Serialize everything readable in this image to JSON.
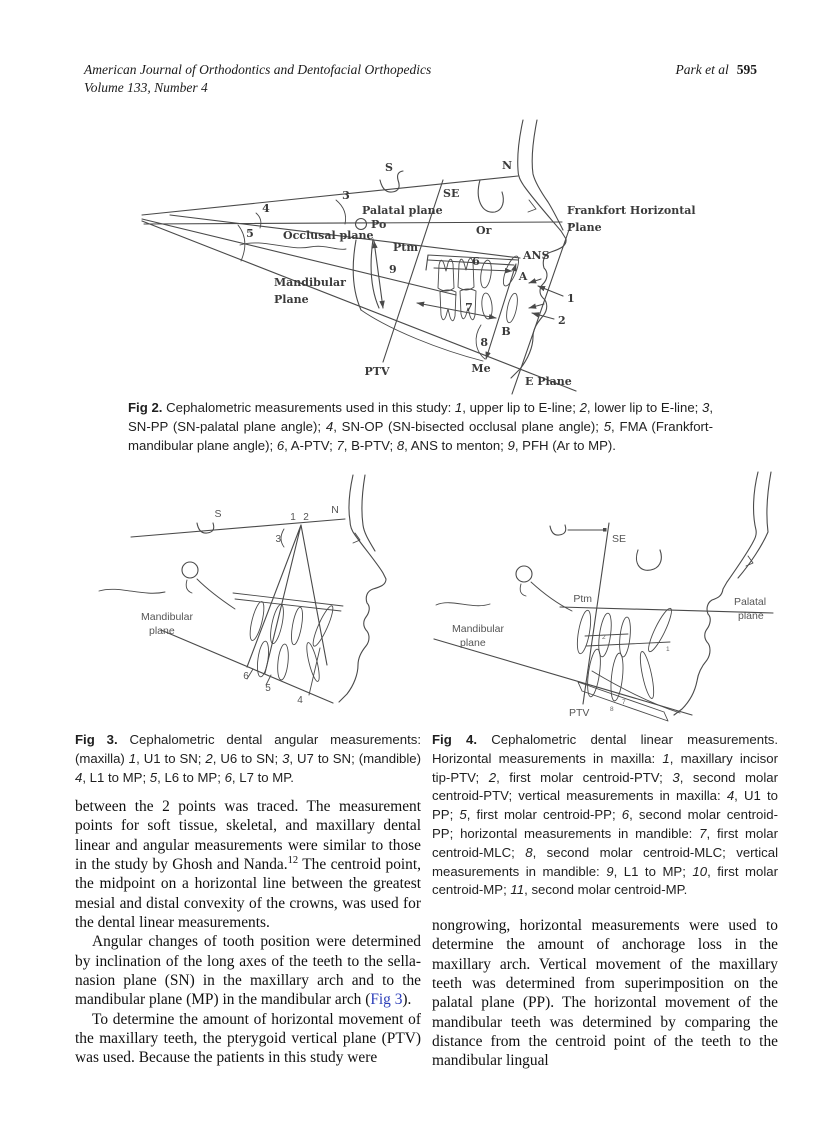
{
  "colors": {
    "page_bg": "#ffffff",
    "body_text": "#111111",
    "diagram_line": "#4a4a4a",
    "reference_link_blue": "#2b3db8"
  },
  "header": {
    "journal_line1": "American Journal of Orthodontics and Dentofacial Orthopedics",
    "journal_line2": "Volume 133, Number 4",
    "authors": "Park et al",
    "page_number": "595"
  },
  "fig2": {
    "labels": {
      "s": "S",
      "n": "N",
      "se": "SE",
      "or": "Or",
      "po": "Po",
      "ptm": "Ptm",
      "ans": "ANS",
      "a": "A",
      "b": "B",
      "me": "Me",
      "ptv": "PTV",
      "eplane": "E Plane",
      "palatal": "Palatal plane",
      "occlusal": "Occlusal plane",
      "mand1": "Mandibular",
      "mand2": "Plane",
      "fh1": "Frankfort Horizontal",
      "fh2": "Plane",
      "n1": "1",
      "n2": "2",
      "n3": "3",
      "n4": "4",
      "n5": "5",
      "n6": "6",
      "n7": "7",
      "n8": "8",
      "n9": "9"
    },
    "caption": [
      {
        "t": "Fig 2.",
        "c": "b"
      },
      {
        "t": " Cephalometric measurements used in this study: "
      },
      {
        "t": "1",
        "c": "i"
      },
      {
        "t": ", upper lip to E-line; "
      },
      {
        "t": "2",
        "c": "i"
      },
      {
        "t": ", lower lip to E-line; "
      },
      {
        "t": "3",
        "c": "i"
      },
      {
        "t": ", SN-PP (SN-palatal plane angle); "
      },
      {
        "t": "4",
        "c": "i"
      },
      {
        "t": ", SN-OP (SN-bisected occlusal plane angle); "
      },
      {
        "t": "5",
        "c": "i"
      },
      {
        "t": ", FMA (Frankfort-mandibular plane angle); "
      },
      {
        "t": "6",
        "c": "i"
      },
      {
        "t": ", A-PTV; "
      },
      {
        "t": "7",
        "c": "i"
      },
      {
        "t": ", B-PTV; "
      },
      {
        "t": "8",
        "c": "i"
      },
      {
        "t": ", ANS to menton; "
      },
      {
        "t": "9",
        "c": "i"
      },
      {
        "t": ", PFH (Ar to MP)."
      }
    ]
  },
  "fig3": {
    "labels": {
      "s": "S",
      "n": "N",
      "mand1": "Mandibular",
      "mand2": "plane",
      "n1": "1",
      "n2": "2",
      "n3": "3",
      "n4": "4",
      "n5": "5",
      "n6": "6"
    },
    "caption": [
      {
        "t": "Fig 3.",
        "c": "b"
      },
      {
        "t": " Cephalometric dental angular measurements: (maxilla) "
      },
      {
        "t": "1",
        "c": "i"
      },
      {
        "t": ", U1 to SN; "
      },
      {
        "t": "2",
        "c": "i"
      },
      {
        "t": ", U6 to SN; "
      },
      {
        "t": "3",
        "c": "i"
      },
      {
        "t": ", U7 to SN; (mandible) "
      },
      {
        "t": "4",
        "c": "i"
      },
      {
        "t": ", L1 to MP; "
      },
      {
        "t": "5",
        "c": "i"
      },
      {
        "t": ", L6 to MP; "
      },
      {
        "t": "6",
        "c": "i"
      },
      {
        "t": ", L7 to MP."
      }
    ]
  },
  "fig4": {
    "labels": {
      "se": "SE",
      "ptm": "Ptm",
      "ptv": "PTV",
      "pal1": "Palatal",
      "pal2": "plane",
      "mand1": "Mandibular",
      "mand2": "plane",
      "n1": "1",
      "n2": "2",
      "n7": "7",
      "n8": "8"
    },
    "caption": [
      {
        "t": "Fig 4.",
        "c": "b"
      },
      {
        "t": " Cephalometric dental linear measurements. Horizontal measurements in maxilla: "
      },
      {
        "t": "1",
        "c": "i"
      },
      {
        "t": ", maxillary incisor tip-PTV; "
      },
      {
        "t": "2",
        "c": "i"
      },
      {
        "t": ", first molar centroid-PTV; "
      },
      {
        "t": "3",
        "c": "i"
      },
      {
        "t": ", second molar centroid-PTV; vertical measurements in maxilla: "
      },
      {
        "t": "4",
        "c": "i"
      },
      {
        "t": ", U1 to PP; "
      },
      {
        "t": "5",
        "c": "i"
      },
      {
        "t": ", first molar centroid-PP; "
      },
      {
        "t": "6",
        "c": "i"
      },
      {
        "t": ", second molar centroid-PP; horizontal measurements in mandible: "
      },
      {
        "t": "7",
        "c": "i"
      },
      {
        "t": ", first molar centroid-MLC; "
      },
      {
        "t": "8",
        "c": "i"
      },
      {
        "t": ", second molar centroid-MLC; vertical measurements in mandible: "
      },
      {
        "t": "9",
        "c": "i"
      },
      {
        "t": ", L1 to MP; "
      },
      {
        "t": "10",
        "c": "i"
      },
      {
        "t": ", first molar centroid-MP; "
      },
      {
        "t": "11",
        "c": "i"
      },
      {
        "t": ", second molar centroid-MP."
      }
    ]
  },
  "body": {
    "left": {
      "p1": [
        {
          "t": "between the 2 points was traced. The measurement points for soft tissue, skeletal, and maxillary dental linear and angular measurements were similar to those in the study by Ghosh and Nanda."
        },
        {
          "t": "12",
          "c": "sup"
        },
        {
          "t": " The centroid point, the midpoint on a horizontal line between the greatest mesial and distal convexity of the crowns, was used for the dental linear measurements."
        }
      ],
      "p2": [
        {
          "t": "Angular changes of tooth position were determined by inclination of the long axes of the teeth to the sella-nasion plane (SN) in the maxillary arch and to the mandibular plane (MP) in the mandibular arch ("
        },
        {
          "t": "Fig 3",
          "c": "link",
          "n": "fig3-reference-link",
          "x": true
        },
        {
          "t": ")."
        }
      ],
      "p3": [
        {
          "t": "To determine the amount of horizontal movement of the maxillary teeth, the pterygoid vertical plane (PTV) was used. Because the patients in this study were"
        }
      ]
    },
    "right": {
      "p1": [
        {
          "t": "nongrowing, horizontal measurements were used to determine the amount of anchorage loss in the maxillary arch. Vertical movement of the maxillary teeth was determined from superimposition on the palatal plane (PP). The horizontal movement of the mandibular teeth was determined by comparing the distance from the centroid point of the teeth to the mandibular lingual"
        }
      ]
    }
  }
}
